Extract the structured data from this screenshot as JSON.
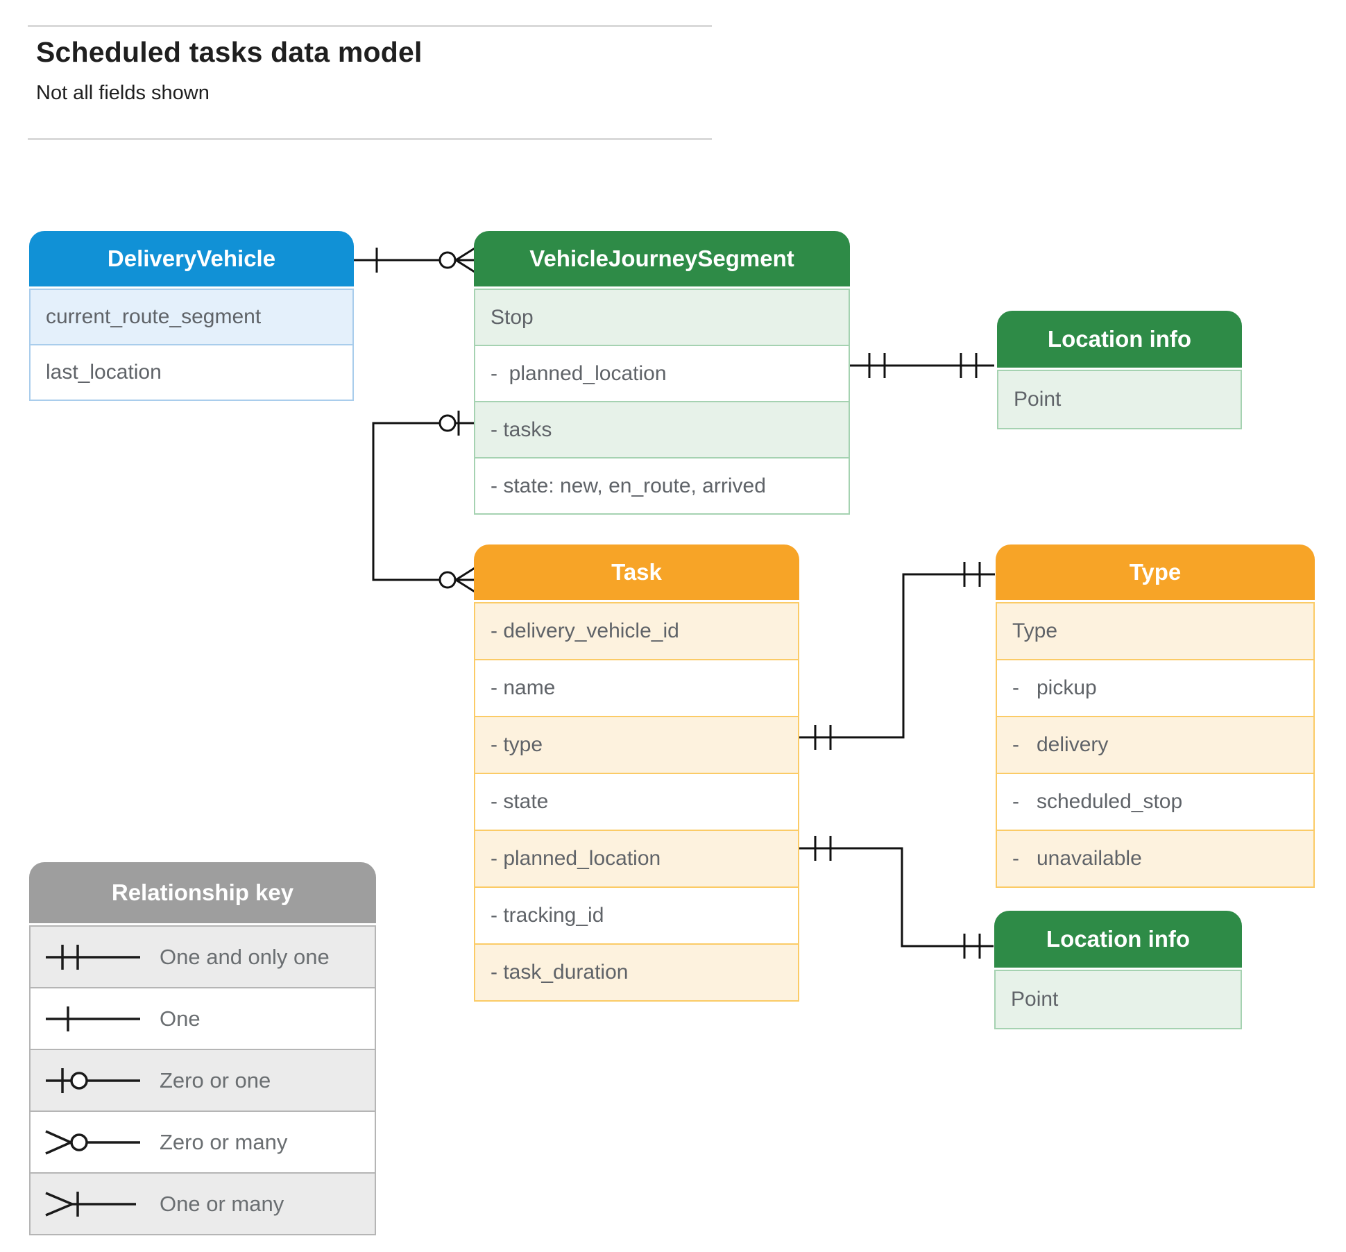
{
  "page": {
    "title": "Scheduled tasks data model",
    "subtitle": "Not all fields shown"
  },
  "colors": {
    "blue_header": "#1191d6",
    "blue_tint": "#e4f0fb",
    "green_header": "#2e8b47",
    "green_tint": "#e7f2e9",
    "orange_header": "#f7a427",
    "orange_tint": "#fdf2de",
    "grey_header": "#9e9e9e",
    "grey_tint": "#ebebeb",
    "line": "#111111",
    "row_text": "#5f6368"
  },
  "entities": {
    "delivery_vehicle": {
      "title": "DeliveryVehicle",
      "rows": [
        {
          "label": "current_route_segment"
        },
        {
          "label": "last_location"
        }
      ]
    },
    "vehicle_journey_segment": {
      "title": "VehicleJourneySegment",
      "rows": [
        {
          "label": "Stop"
        },
        {
          "label": "-  planned_location"
        },
        {
          "label": "- tasks"
        },
        {
          "label": "- state: new, en_route, arrived"
        }
      ]
    },
    "location_info_top": {
      "title": "Location info",
      "rows": [
        {
          "label": "Point"
        }
      ]
    },
    "task": {
      "title": "Task",
      "rows": [
        {
          "label": "- delivery_vehicle_id"
        },
        {
          "label": "- name"
        },
        {
          "label": "- type"
        },
        {
          "label": "- state"
        },
        {
          "label": "- planned_location"
        },
        {
          "label": "- tracking_id"
        },
        {
          "label": "- task_duration"
        }
      ]
    },
    "type": {
      "title": "Type",
      "rows": [
        {
          "label": "Type"
        },
        {
          "label": "-   pickup"
        },
        {
          "label": "-   delivery"
        },
        {
          "label": "-   scheduled_stop"
        },
        {
          "label": "-   unavailable"
        }
      ]
    },
    "location_info_bottom": {
      "title": "Location info",
      "rows": [
        {
          "label": "Point"
        }
      ]
    }
  },
  "connectors": [
    {
      "from": "DeliveryVehicle",
      "to": "VehicleJourneySegment",
      "from_cardinality": "One",
      "to_cardinality": "Zero or many"
    },
    {
      "from": "VehicleJourneySegment.tasks",
      "to": "Task",
      "from_cardinality": "Zero or one",
      "to_cardinality": "Zero or many"
    },
    {
      "from": "VehicleJourneySegment.planned_location",
      "to": "Location info",
      "from_cardinality": "One and only one",
      "to_cardinality": "One and only one"
    },
    {
      "from": "Task.type",
      "to": "Type",
      "from_cardinality": "One and only one",
      "to_cardinality": "One and only one"
    },
    {
      "from": "Task.planned_location",
      "to": "Location info",
      "from_cardinality": "One and only one",
      "to_cardinality": "One and only one"
    }
  ],
  "relationship_key": {
    "title": "Relationship key",
    "rows": [
      {
        "symbol": "one-and-only-one",
        "label": "One and only one"
      },
      {
        "symbol": "one",
        "label": "One"
      },
      {
        "symbol": "zero-or-one",
        "label": "Zero or one"
      },
      {
        "symbol": "zero-or-many",
        "label": "Zero or many"
      },
      {
        "symbol": "one-or-many",
        "label": "One or many"
      }
    ]
  }
}
